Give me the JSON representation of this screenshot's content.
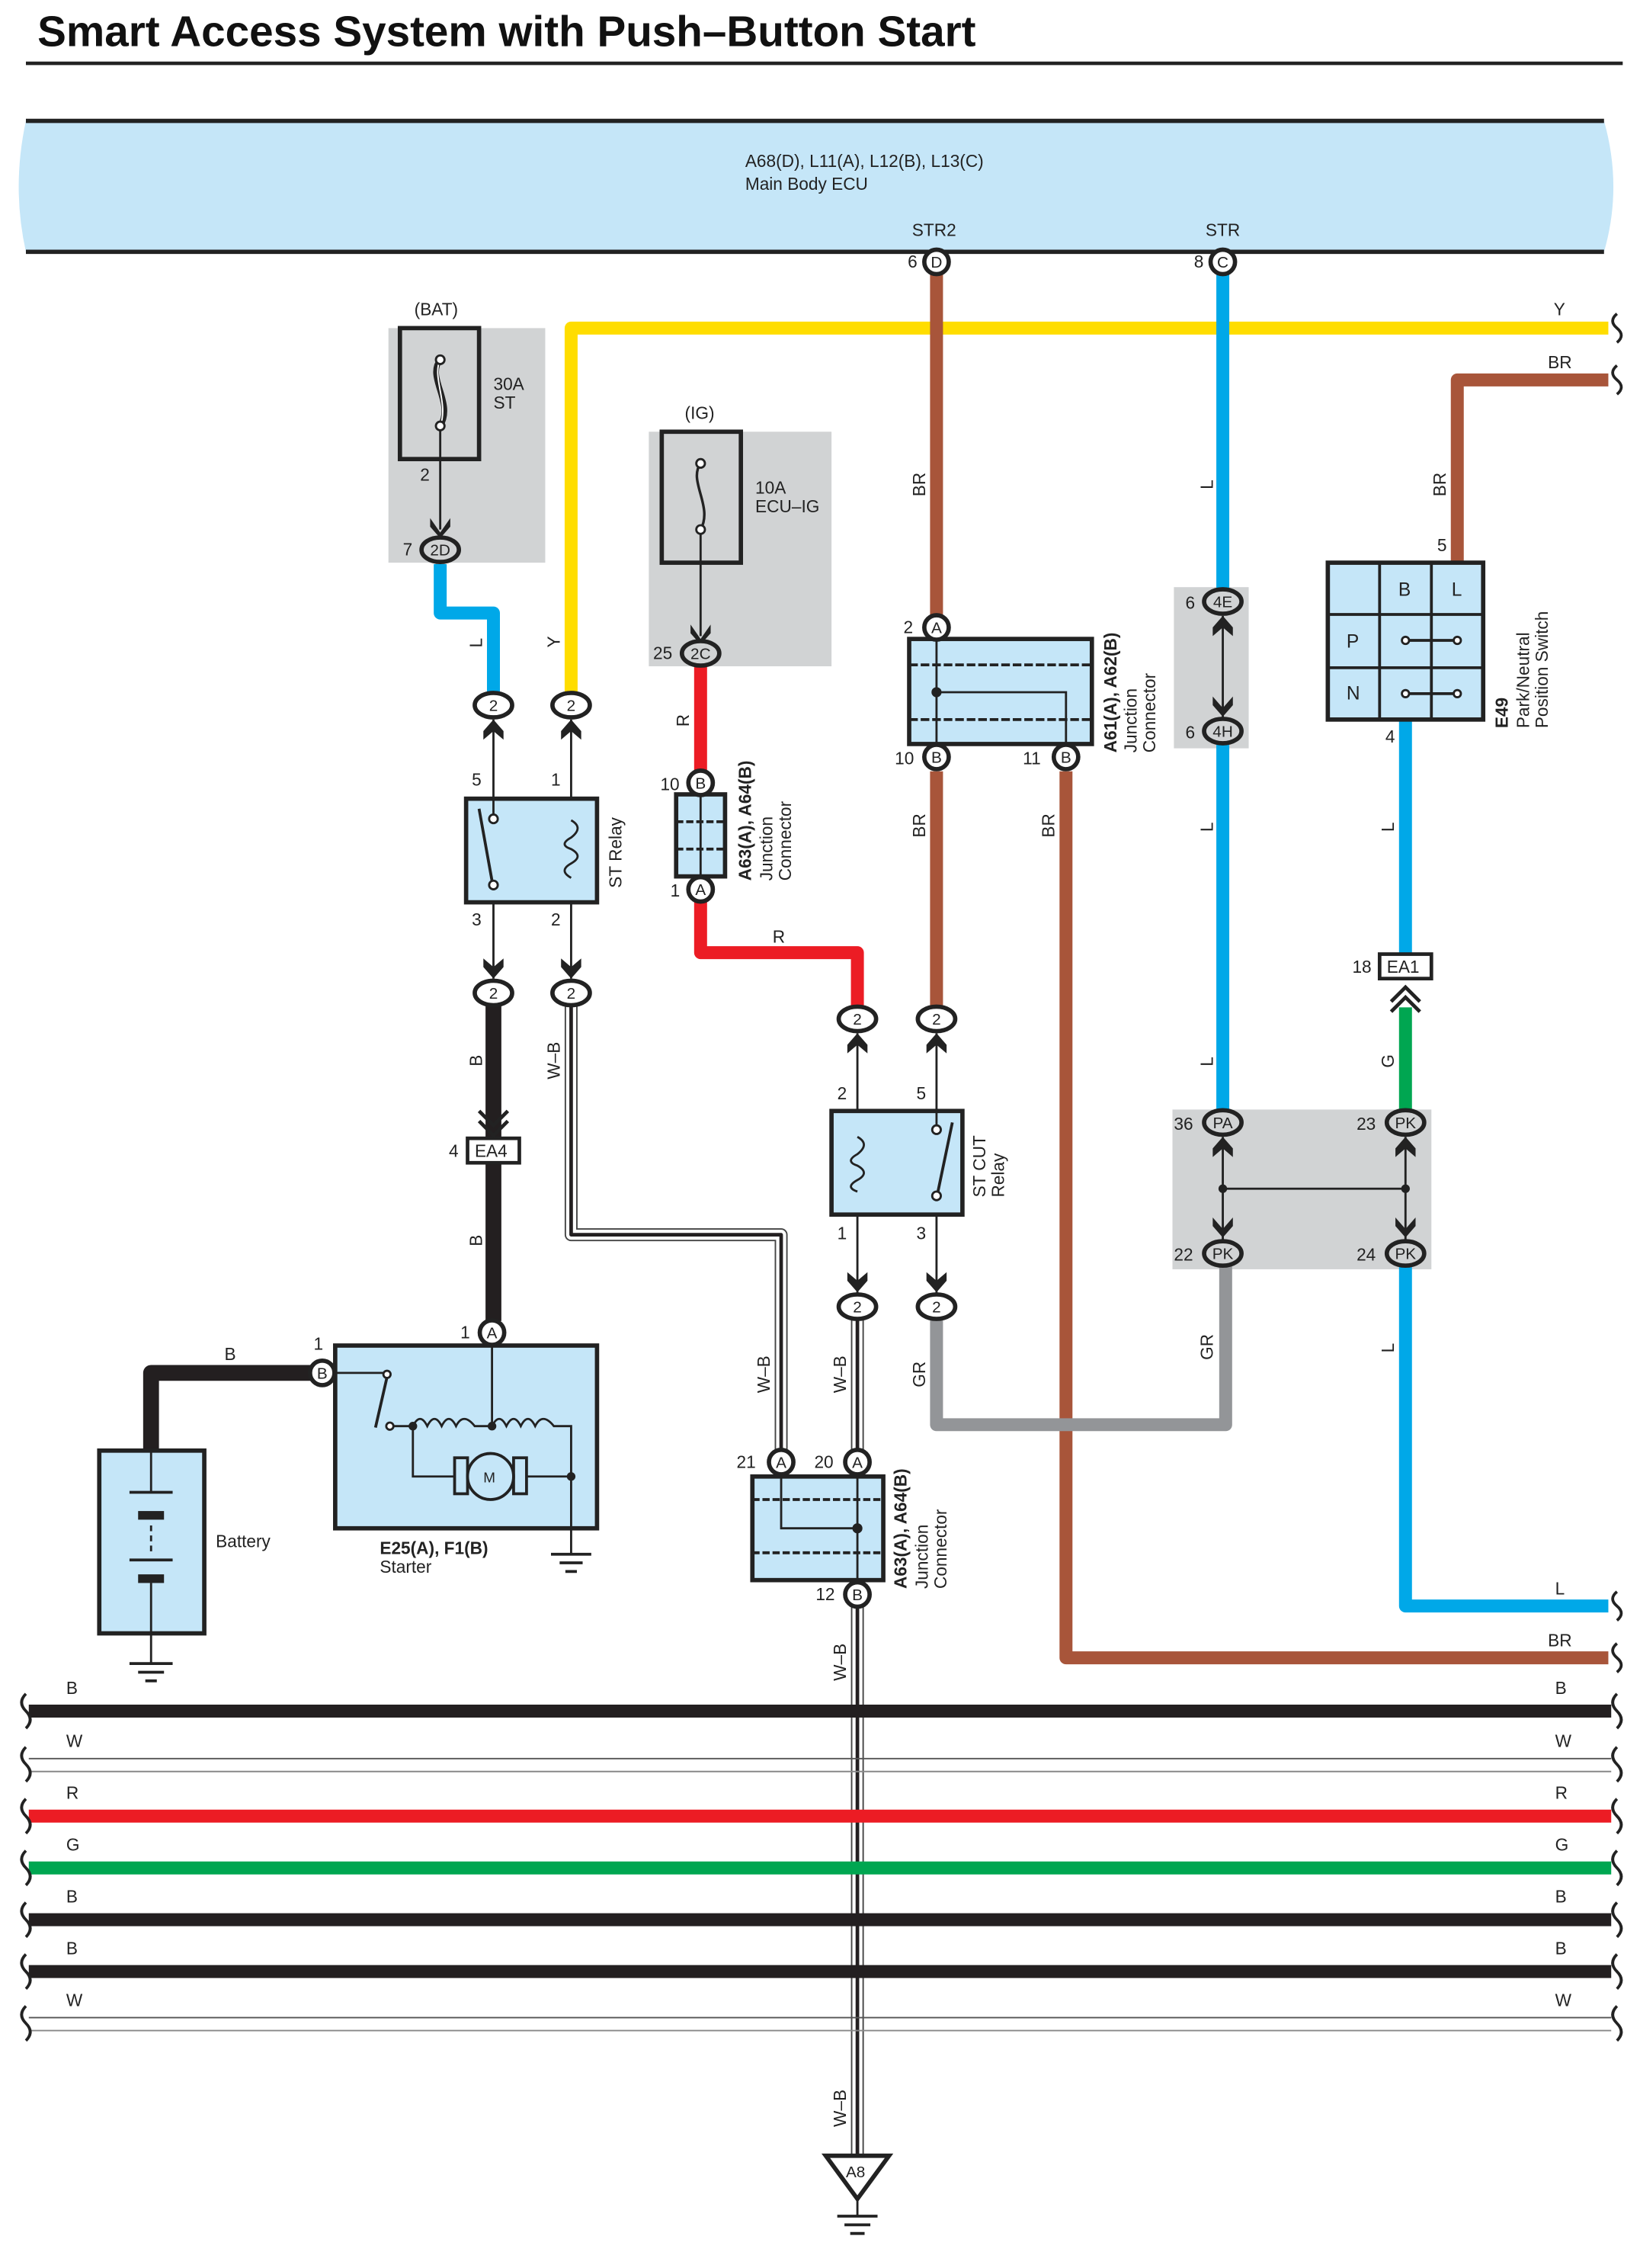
{
  "title": "Smart Access System with Push–Button Start",
  "colors": {
    "Y": "#FFDD00",
    "BR": "#A8553A",
    "L": "#00A8E8",
    "R": "#EC1C24",
    "G": "#00A651",
    "B": "#231F20",
    "GR": "#939598",
    "W": "#FFFFFF",
    "component_fill": "#C5E6F8",
    "shade": "#D1D3D4"
  },
  "ecu": {
    "code": "A68(D), L11(A), L12(B), L13(C)",
    "name": "Main Body ECU",
    "pins": [
      {
        "signal": "STR2",
        "pin": "6",
        "connector": "D"
      },
      {
        "signal": "STR",
        "pin": "8",
        "connector": "C"
      }
    ]
  },
  "fuses": [
    {
      "source": "(BAT)",
      "rating": "30A",
      "name": "ST",
      "out_pin": "2",
      "jb_pin": "7",
      "jb": "2D"
    },
    {
      "source": "(IG)",
      "rating": "10A",
      "name": "ECU–IG",
      "jb_pin": "25",
      "jb": "2C"
    }
  ],
  "st_relay": {
    "name": "ST Relay",
    "pins": {
      "p5": "5",
      "p1": "1",
      "p3": "3",
      "p2": "2"
    },
    "conn": "2"
  },
  "stcut_relay": {
    "name_line1": "ST CUT",
    "name_line2": "Relay",
    "pins": {
      "p2": "2",
      "p5": "5",
      "p1": "1",
      "p3": "3"
    },
    "conn": "2"
  },
  "junction_a63_top": {
    "code": "A63(A), A64(B)",
    "l1": "Junction",
    "l2": "Connector",
    "pin_top": "10",
    "conn_top": "B",
    "pin_bot": "1",
    "conn_bot": "A"
  },
  "junction_a61": {
    "code": "A61(A), A62(B)",
    "l1": "Junction",
    "l2": "Connector",
    "pin_top": "2",
    "conn_top": "A",
    "pin_bl": "10",
    "conn_bl": "B",
    "pin_br": "11",
    "conn_br": "B"
  },
  "junction_a63_bot": {
    "code": "A63(A), A64(B)",
    "l1": "Junction",
    "l2": "Connector",
    "pin_a": "21",
    "conn_a": "A",
    "pin_b": "20",
    "conn_b": "A",
    "pin_c": "12",
    "conn_c": "B"
  },
  "jb_4e": {
    "pin_top": "6",
    "top": "4E",
    "pin_bot": "6",
    "bot": "4H"
  },
  "pnp_switch": {
    "code": "E49",
    "l1": "Park/Neutral",
    "l2": "Position Switch",
    "col_b": "B",
    "col_l": "L",
    "row_p": "P",
    "row_n": "N",
    "pin_top": "5",
    "pin_bot": "4"
  },
  "ea1": {
    "pin": "18",
    "label": "EA1"
  },
  "ea4": {
    "pin": "4",
    "label": "EA4"
  },
  "jb_pa": {
    "pin_tl": "36",
    "tl": "PA",
    "pin_tr": "23",
    "tr": "PK",
    "pin_bl": "22",
    "bl": "PK",
    "pin_br": "24",
    "br": "PK"
  },
  "starter": {
    "code": "E25(A), F1(B)",
    "name": "Starter",
    "pin_a": "1",
    "conn_a": "A",
    "pin_b": "1",
    "conn_b": "B",
    "motor": "M"
  },
  "battery": {
    "name": "Battery"
  },
  "ground_point": {
    "label": "A8"
  },
  "wire_labels": {
    "y_top": "Y",
    "br_top": "BR",
    "br_str2": "BR",
    "l_str": "L",
    "br_pnp": "BR",
    "l_2d": "L",
    "y_relay": "Y",
    "r_ig": "R",
    "r_horiz": "R",
    "br_a61_l": "BR",
    "br_a61_r": "BR",
    "l_4h": "L",
    "b_relay": "B",
    "b_ea4": "B",
    "wb_relay": "W–B",
    "b_batt": "B",
    "g_ea1": "G",
    "l_pnp": "L",
    "l_pa": "L",
    "gr_pk": "GR",
    "l_pk": "L",
    "wb_a": "W–B",
    "wb_b": "W–B",
    "gr_cut": "GR",
    "wb_c": "W–B",
    "wb_d": "W–B",
    "l_right": "L",
    "br_right": "BR"
  },
  "bus": [
    {
      "color": "B",
      "left": "B",
      "right": "B"
    },
    {
      "color": "W",
      "left": "W",
      "right": "W"
    },
    {
      "color": "R",
      "left": "R",
      "right": "R"
    },
    {
      "color": "G",
      "left": "G",
      "right": "G"
    },
    {
      "color": "B",
      "left": "B",
      "right": "B"
    },
    {
      "color": "B",
      "left": "B",
      "right": "B"
    },
    {
      "color": "W",
      "left": "W",
      "right": "W"
    }
  ]
}
